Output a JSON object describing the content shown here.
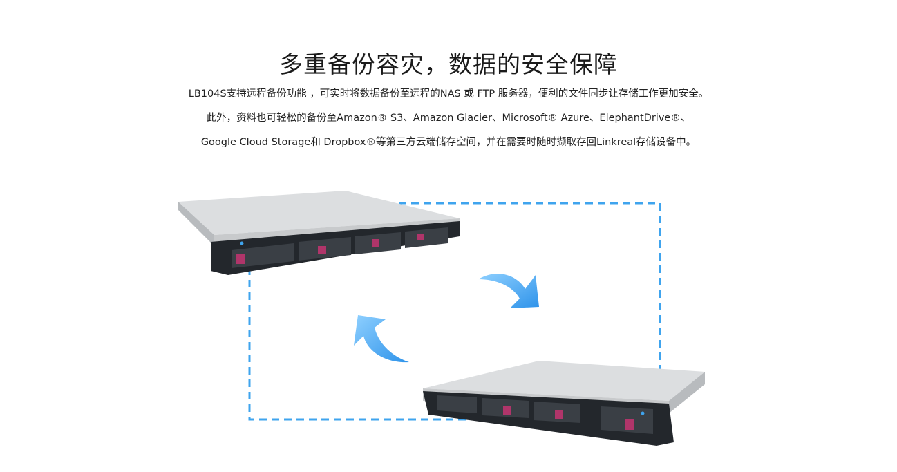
{
  "heading": "多重备份容灾，数据的安全保障",
  "description": [
    "LB104S支持远程备份功能 ，可实时将数据备份至远程的NAS 或 FTP 服务器，便利的文件同步让存储工作更加安全。",
    "此外，资料也可轻松的备份至Amazon® S3、Amazon Glacier、Microsoft® Azure、ElephantDrive®、",
    "Google Cloud Storage和 Dropbox®等第三方云端储存空间，并在需要时随时撷取存回Linkreal存储设备中。"
  ],
  "colors": {
    "accent": "#3fa4ee",
    "server_front": "#22262b",
    "server_top": "#d9dbdd",
    "drive_tab": "#b0356a"
  },
  "icons": [
    "sync-arrow-icon",
    "server-icon"
  ]
}
